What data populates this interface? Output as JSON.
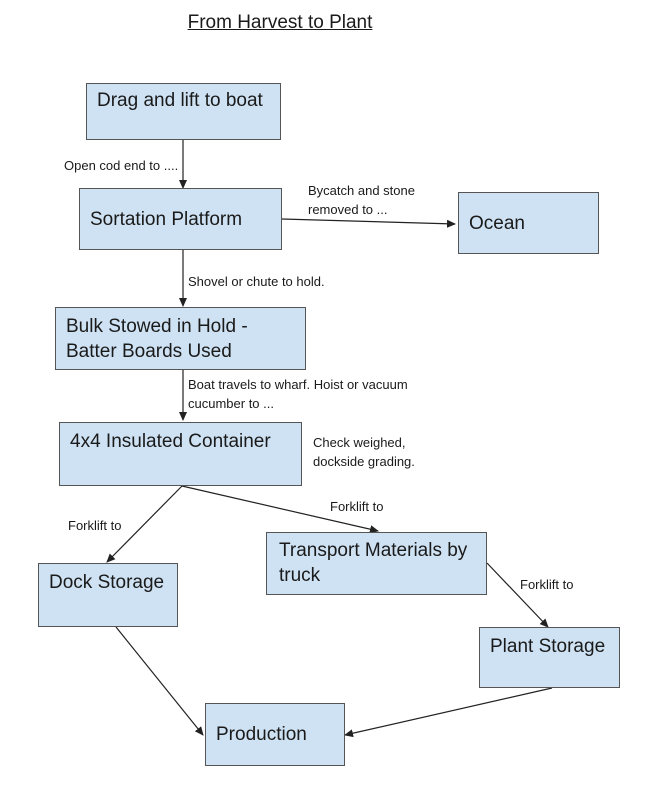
{
  "title": "From Harvest to Plant",
  "nodes": {
    "drag": "Drag and lift to boat",
    "sortation": "Sortation Platform",
    "ocean": "Ocean",
    "bulk": "Bulk Stowed in Hold - Batter Boards Used",
    "container": "4x4 Insulated Container",
    "dock": "Dock Storage",
    "transport": "Transport Materials by truck",
    "plant": "Plant Storage",
    "production": "Production"
  },
  "edges": {
    "drag_sortation": "Open cod end to ....",
    "sortation_ocean": "Bycatch and stone removed to ...",
    "sortation_bulk": "Shovel or chute to hold.",
    "bulk_container": "Boat travels to wharf. Hoist or vacuum cucumber to ...",
    "container_note": "Check weighed, dockside grading.",
    "container_dock": "Forklift to",
    "container_transport": "Forklift to",
    "transport_plant": "Forklift to"
  }
}
